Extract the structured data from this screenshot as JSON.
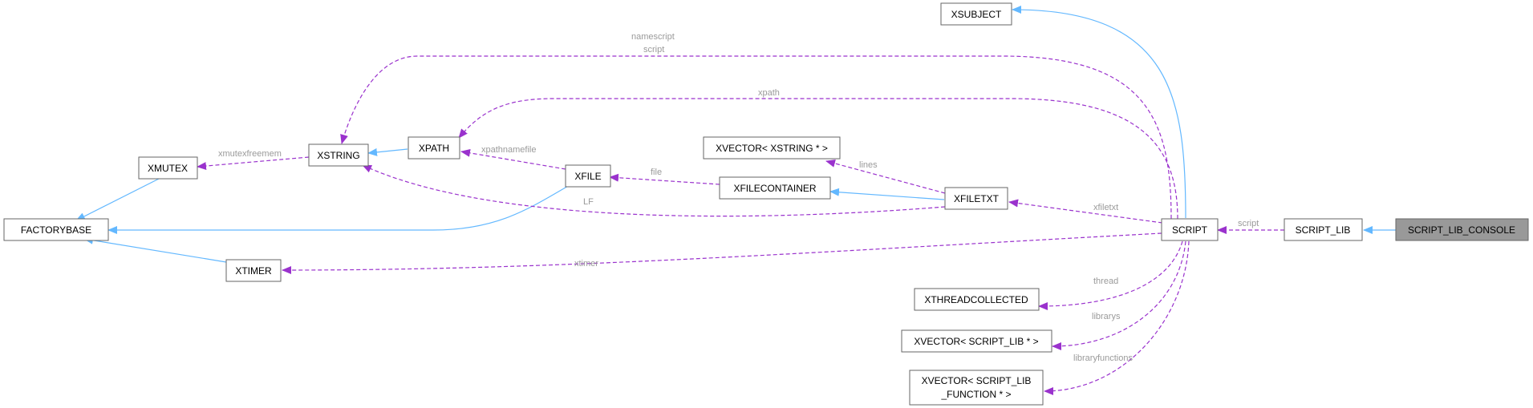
{
  "nodes": {
    "script_lib_console": "SCRIPT_LIB_CONSOLE",
    "script_lib": "SCRIPT_LIB",
    "script": "SCRIPT",
    "xsubject": "XSUBJECT",
    "xfiletxt": "XFILETXT",
    "xfilecontainer": "XFILECONTAINER",
    "xvector_xstring": "XVECTOR< XSTRING * >",
    "xfile": "XFILE",
    "xpath": "XPATH",
    "xstring": "XSTRING",
    "xmutex": "XMUTEX",
    "factorybase": "FACTORYBASE",
    "xtimer": "XTIMER",
    "xthreadcollected": "XTHREADCOLLECTED",
    "xvector_script_lib": "XVECTOR< SCRIPT_LIB * >",
    "xvector_script_lib_function_1": "XVECTOR< SCRIPT_LIB",
    "xvector_script_lib_function_2": "_FUNCTION * >"
  },
  "edge_labels": {
    "script": "script",
    "xfiletxt": "xfiletxt",
    "lines": "lines",
    "file": "file",
    "xpathnamefile": "xpathnamefile",
    "lf": "LF",
    "xpath": "xpath",
    "namescript": "namescript",
    "script2": "script",
    "xmutexfreemem": "xmutexfreemem",
    "xtimer": "xtimer",
    "thread": "thread",
    "librarys": "librarys",
    "libraryfunctions": "libraryfunctions"
  },
  "colors": {
    "inheritance_edge": "#63b8ff",
    "usage_edge": "#9a32cd",
    "highlight_node": "#999999",
    "label_text": "#9a9a9a"
  }
}
